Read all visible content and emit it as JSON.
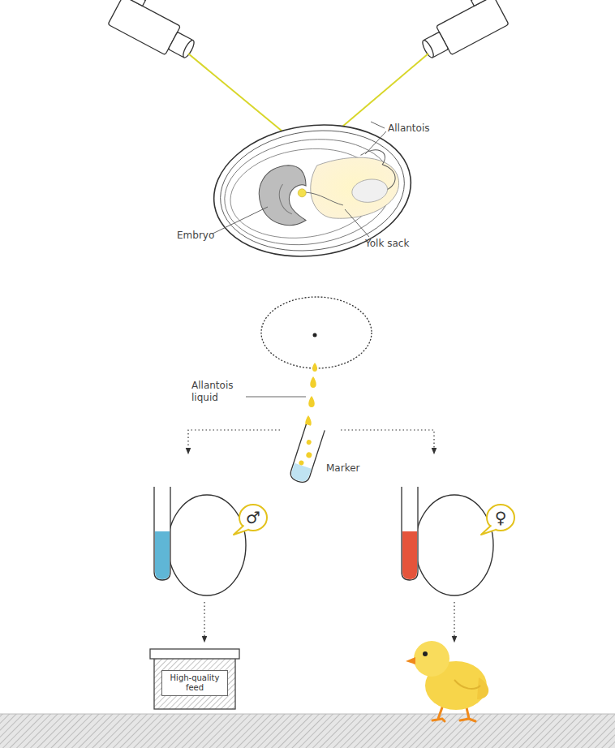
{
  "diagram": {
    "nodes": [
      {
        "text": [
          "♂"
        ]
      },
      {
        "text": [
          "♀"
        ]
      },
      {
        "text": [
          "High-quality feed"
        ]
      }
    ],
    "labels": [
      "Allantois",
      "Embryo",
      "Yolk sack",
      "Allantois liquid",
      "Marker"
    ]
  }
}
